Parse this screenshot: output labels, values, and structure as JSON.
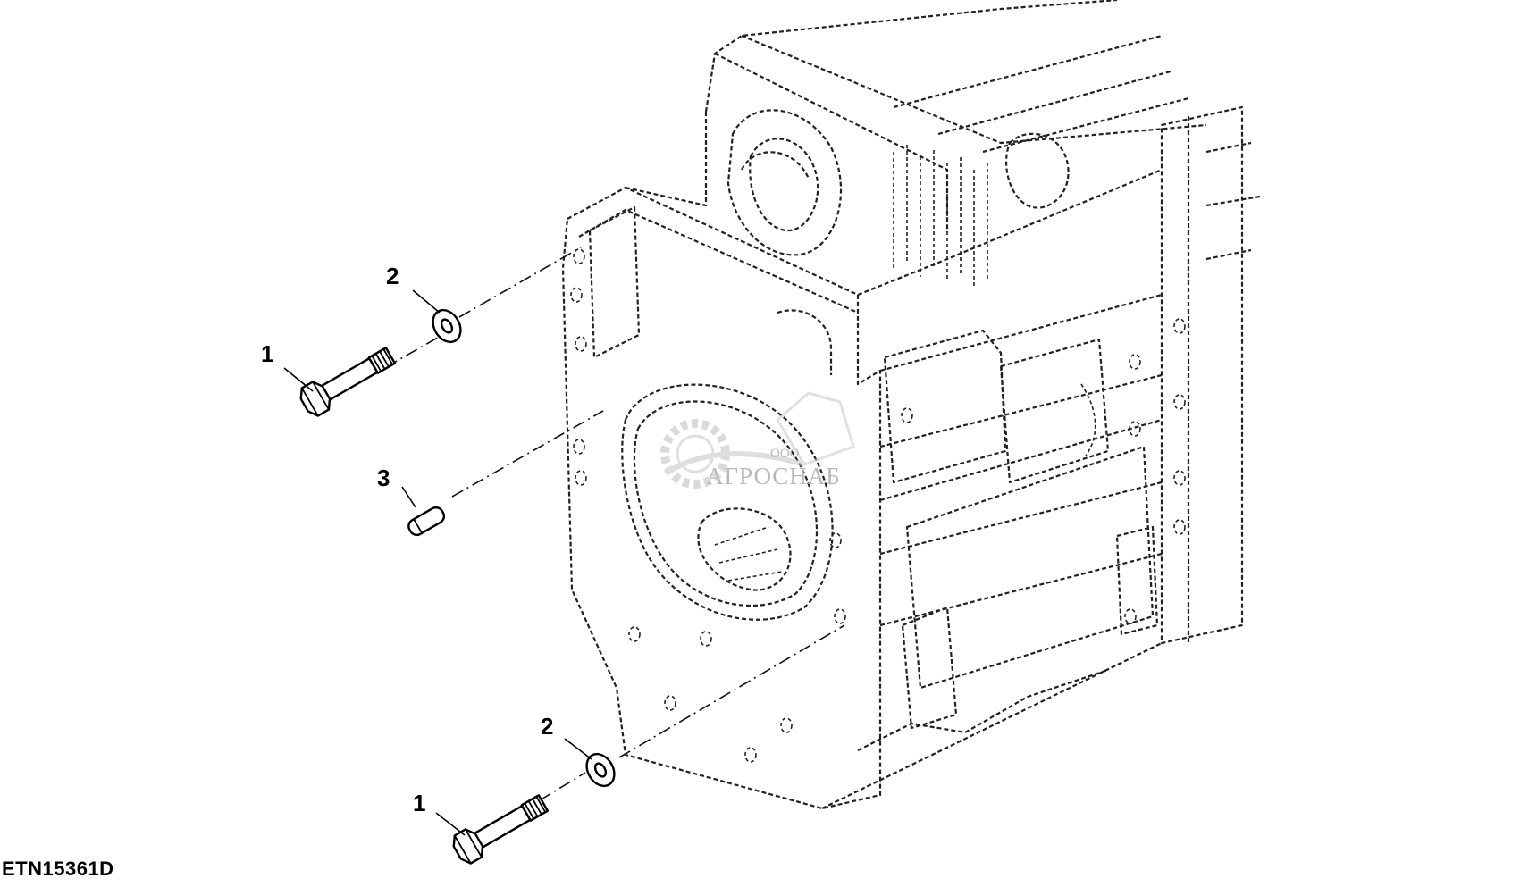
{
  "figure_id": "ETN15361D",
  "callouts": {
    "bolt_upper": "1",
    "washer_upper": "2",
    "dowel_pin": "3",
    "washer_lower": "2",
    "bolt_lower": "1"
  },
  "watermark": {
    "small_text": "ООО",
    "brand_text": "АГРОСНАБ"
  }
}
